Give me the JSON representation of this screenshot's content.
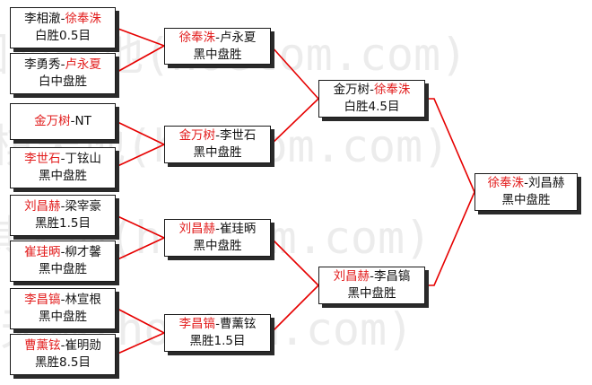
{
  "watermark": "围棋天地(hoetom.com)",
  "colors": {
    "winner": "#e21d1d",
    "line": "#e60000",
    "text": "#111111"
  },
  "rounds": {
    "r1": [
      {
        "p1": "李相澈",
        "p2": "徐奉洙",
        "winner": 2,
        "result": "白胜0.5目"
      },
      {
        "p1": "李勇秀",
        "p2": "卢永夏",
        "winner": 2,
        "result": "白中盘胜"
      },
      {
        "p1": "金万树",
        "p2": "NT",
        "winner": 1,
        "result": ""
      },
      {
        "p1": "李世石",
        "p2": "丁铉山",
        "winner": 1,
        "result": "黑中盘胜"
      },
      {
        "p1": "刘昌赫",
        "p2": "梁宰豪",
        "winner": 1,
        "result": "黑胜1.5目"
      },
      {
        "p1": "崔珪昞",
        "p2": "柳才馨",
        "winner": 1,
        "result": "黑中盘胜"
      },
      {
        "p1": "李昌镐",
        "p2": "林宣根",
        "winner": 1,
        "result": "黑中盘胜"
      },
      {
        "p1": "曹薰铉",
        "p2": "崔明勋",
        "winner": 1,
        "result": "黑胜8.5目"
      }
    ],
    "r2": [
      {
        "p1": "徐奉洙",
        "p2": "卢永夏",
        "winner": 1,
        "result": "黑中盘胜"
      },
      {
        "p1": "金万树",
        "p2": "李世石",
        "winner": 1,
        "result": "黑中盘胜"
      },
      {
        "p1": "刘昌赫",
        "p2": "崔珪昞",
        "winner": 1,
        "result": "黑中盘胜"
      },
      {
        "p1": "李昌镐",
        "p2": "曹薰铉",
        "winner": 1,
        "result": "黑胜1.5目"
      }
    ],
    "r3": [
      {
        "p1": "金万树",
        "p2": "徐奉洙",
        "winner": 2,
        "result": "白胜4.5目"
      },
      {
        "p1": "刘昌赫",
        "p2": "李昌镐",
        "winner": 1,
        "result": "黑中盘胜"
      }
    ],
    "r4": [
      {
        "p1": "徐奉洙",
        "p2": "刘昌赫",
        "winner": 1,
        "result": "黑中盘胜"
      }
    ]
  }
}
